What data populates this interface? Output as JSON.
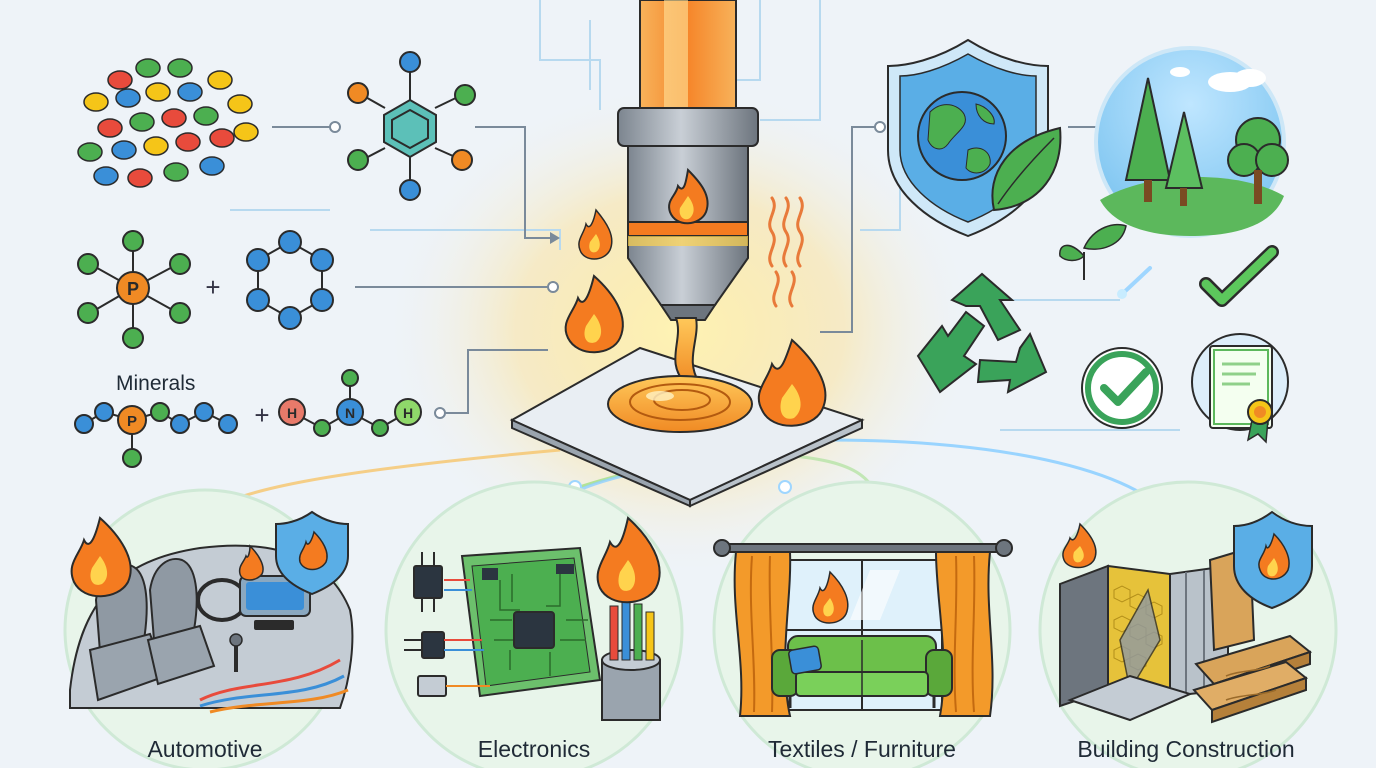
{
  "diagram": {
    "minerals_label": "Minerals",
    "atoms": {
      "phosphorus": "P",
      "hydrogen": "H",
      "nitrogen": "N"
    },
    "plus_sign": "+",
    "sectors": [
      {
        "id": "automotive",
        "label": "Automotive"
      },
      {
        "id": "electronics",
        "label": "Electronics"
      },
      {
        "id": "textiles",
        "label": "Textiles / Furniture"
      },
      {
        "id": "building",
        "label": "Building Construction"
      }
    ],
    "colors": {
      "flame": "#f47b20",
      "flame_inner": "#ffd34d",
      "shield": "#4aa3d8",
      "recycle": "#3aa35a",
      "line": "#7a8a9a",
      "accent_blue": "#2f8fd6",
      "accent_green": "#4caf50",
      "accent_orange": "#f08a24"
    }
  }
}
